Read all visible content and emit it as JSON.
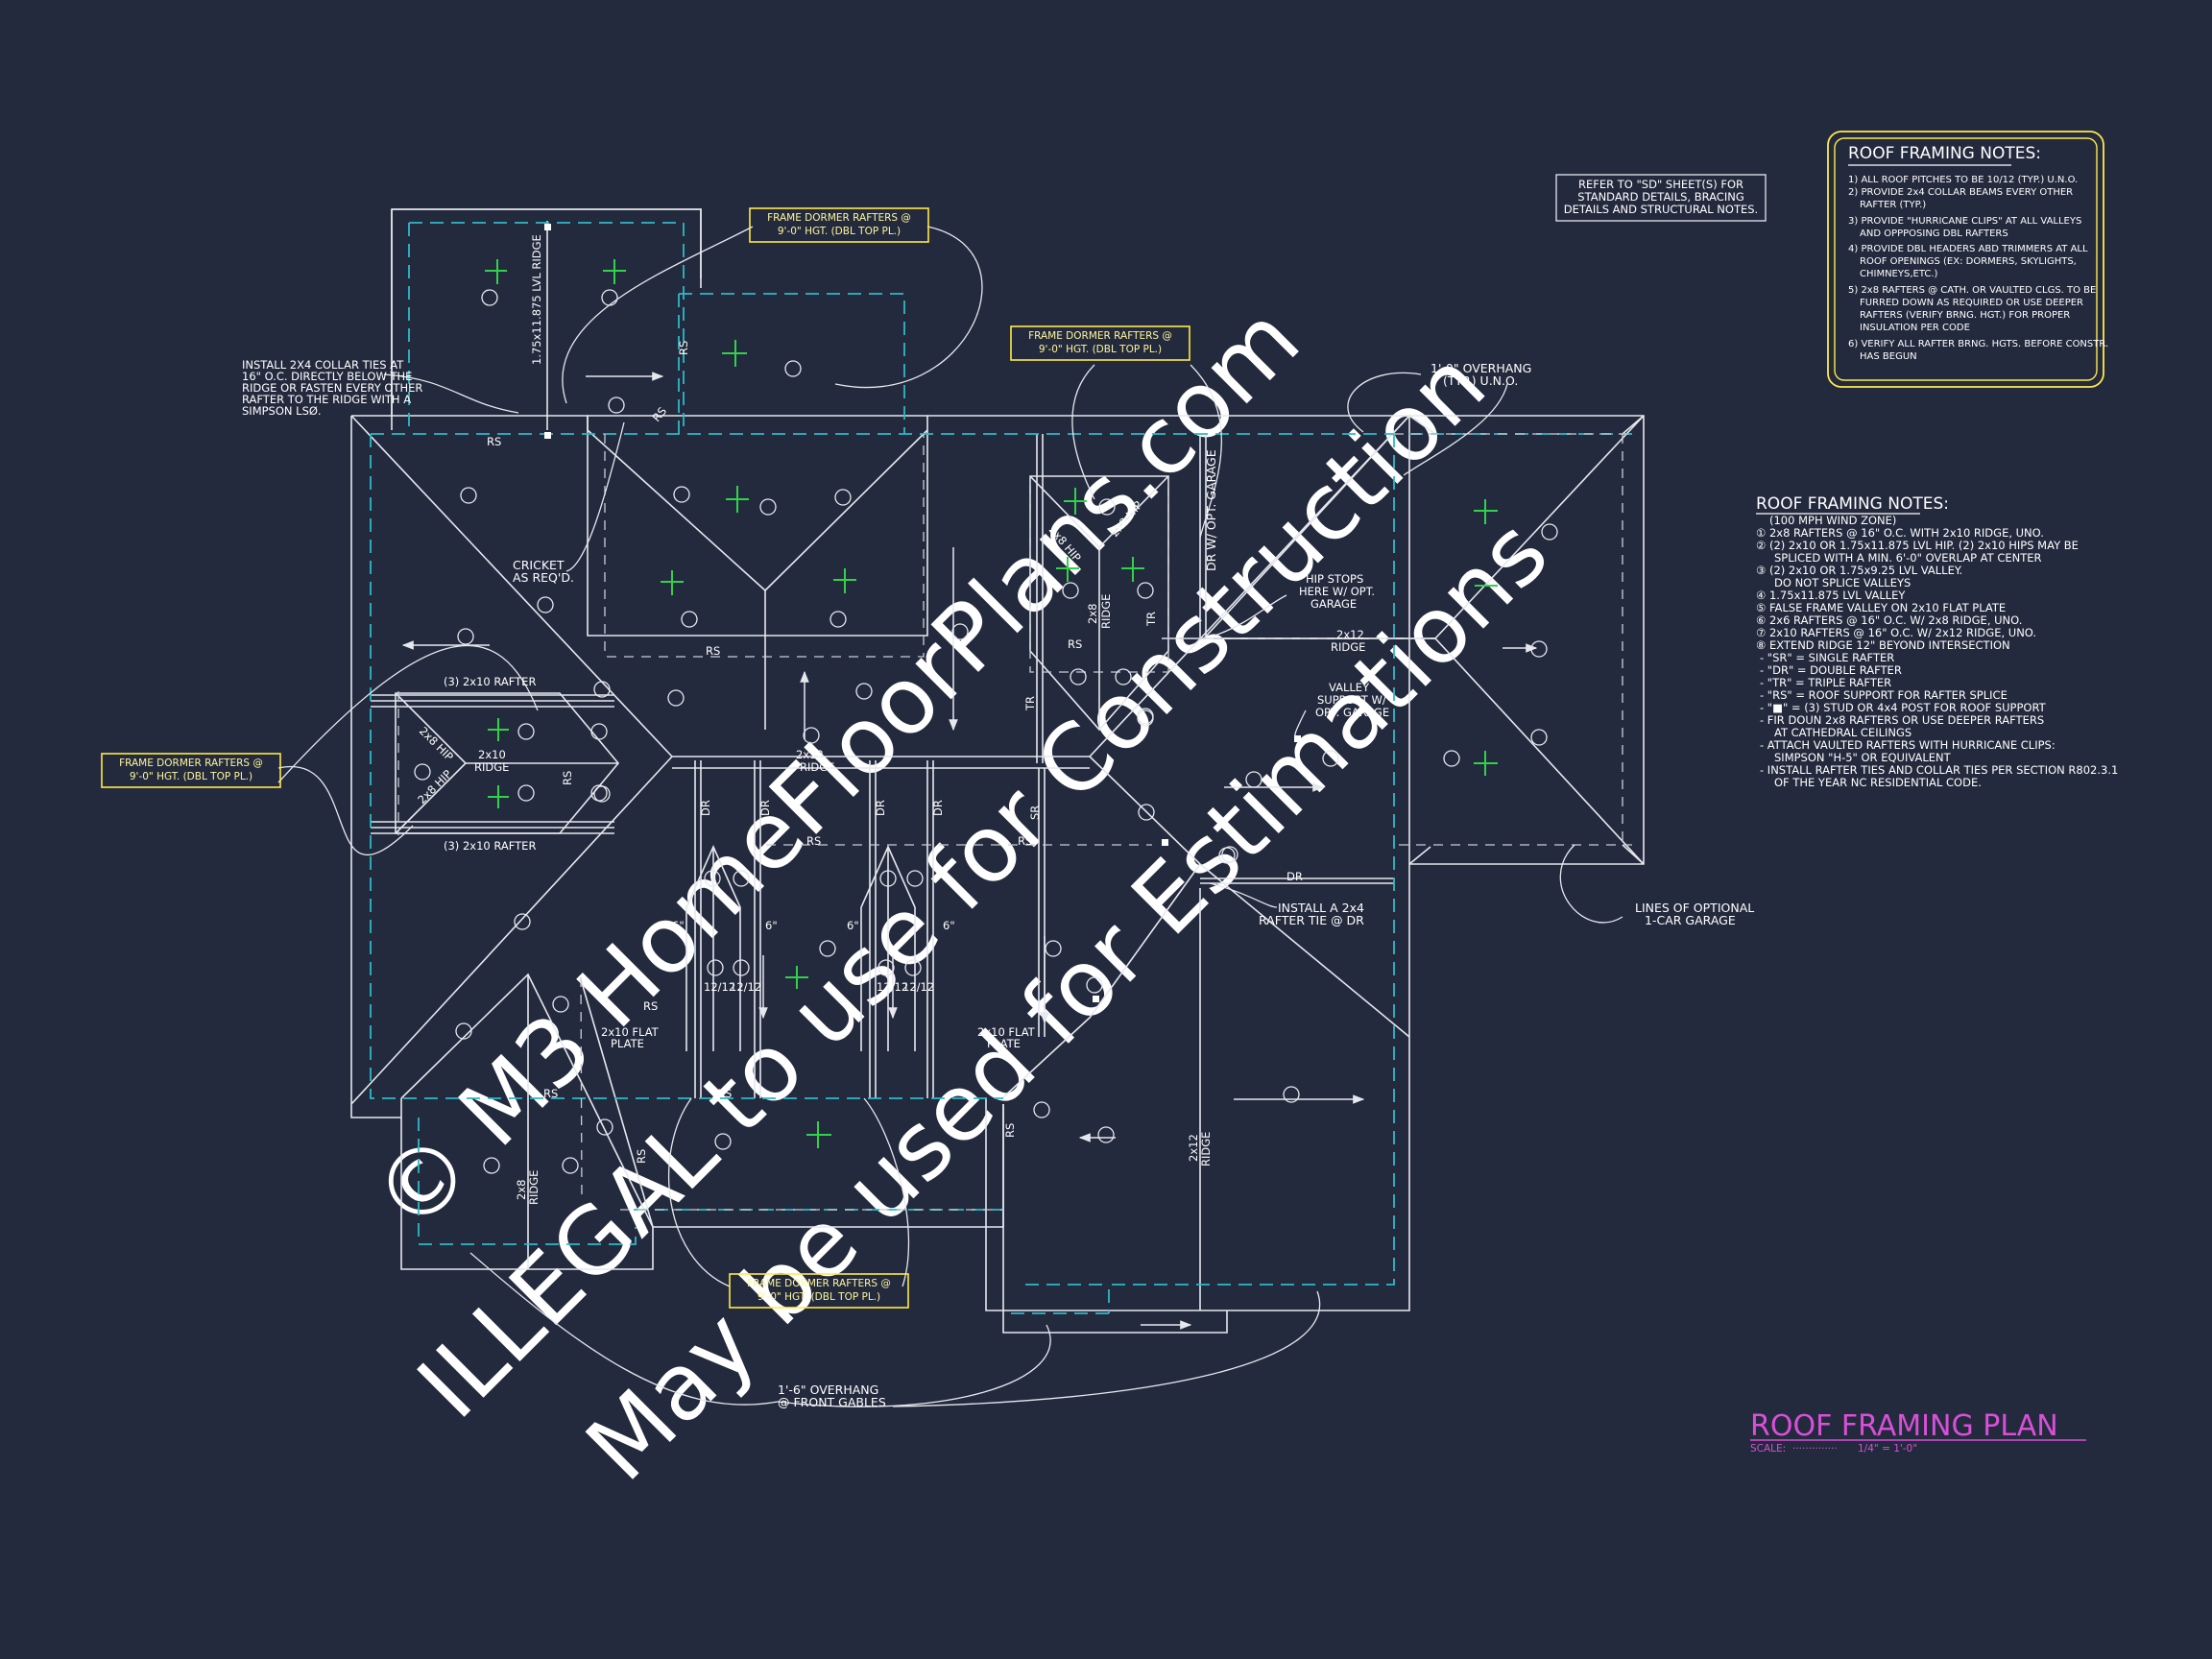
{
  "watermark": {
    "line1": "© M3 HomeFloorPlans.com",
    "line2": "ILLEGAL to use for Construction",
    "line3": "May be used for Estimations"
  },
  "title_block": {
    "title": "ROOF FRAMING PLAN",
    "scale_label": "SCALE:",
    "scale_dots": "··············",
    "scale_value": "1/4\" = 1'-0\""
  },
  "refer_note": [
    "REFER TO \"SD\" SHEET(S) FOR",
    "STANDARD DETAILS, BRACING",
    "DETAILS AND STRUCTURAL NOTES."
  ],
  "notes_box": {
    "title": "ROOF FRAMING NOTES:",
    "lines": [
      "1) ALL ROOF PITCHES TO BE 10/12 (TYP.) U.N.O.",
      "2) PROVIDE 2x4 COLLAR BEAMS EVERY OTHER",
      "RAFTER (TYP.)",
      "3) PROVIDE \"HURRICANE CLIPS\" AT ALL VALLEYS",
      "AND OPPPOSING DBL RAFTERS",
      "4) PROVIDE DBL HEADERS ABD TRIMMERS AT ALL",
      "ROOF OPENINGS (EX: DORMERS, SKYLIGHTS,",
      "CHIMNEYS,ETC.)",
      "5) 2x8 RAFTERS @ CATH. OR VAULTED CLGS. TO BE",
      "FURRED DOWN AS REQUIRED OR USE DEEPER",
      "RAFTERS (VERIFY BRNG. HGT.) FOR PROPER",
      "INSULATION PER CODE",
      "6) VERIFY ALL RAFTER BRNG. HGTS. BEFORE CONSTR.",
      "HAS BEGUN"
    ]
  },
  "notes_list": {
    "title": "ROOF FRAMING NOTES:",
    "lines": [
      "(100 MPH WIND ZONE)",
      "① 2x8 RAFTERS @ 16\" O.C. WITH 2x10 RIDGE, UNO.",
      "② (2) 2x10 OR 1.75x11.875 LVL HIP. (2) 2x10 HIPS MAY BE",
      "SPLICED WITH A MIN. 6'-0\" OVERLAP AT CENTER",
      "③ (2) 2x10 OR 1.75x9.25 LVL VALLEY.",
      "DO NOT SPLICE VALLEYS",
      "④ 1.75x11.875 LVL VALLEY",
      "⑤ FALSE FRAME VALLEY ON 2x10 FLAT PLATE",
      "⑥ 2x6 RAFTERS @ 16\" O.C. W/ 2x8 RIDGE, UNO.",
      "⑦ 2x10 RAFTERS @ 16\" O.C. W/ 2x12 RIDGE, UNO.",
      "⑧ EXTEND RIDGE 12\" BEYOND INTERSECTION",
      "- \"SR\" = SINGLE RAFTER",
      "- \"DR\" = DOUBLE RAFTER",
      "- \"TR\" = TRIPLE RAFTER",
      "- \"RS\" = ROOF SUPPORT FOR RAFTER SPLICE",
      "- \"■\" = (3) STUD OR 4x4 POST FOR ROOF SUPPORT",
      "- FIR DOUN 2x8 RAFTERS OR USE DEEPER RAFTERS",
      "AT CATHEDRAL CEILINGS",
      "- ATTACH VAULTED RAFTERS WITH HURRICANE CLIPS:",
      "SIMPSON \"H-5\" OR EQUIVALENT",
      "- INSTALL RAFTER TIES AND COLLAR TIES PER SECTION R802.3.1",
      "OF THE YEAR NC RESIDENTIAL CODE."
    ]
  },
  "dormer_tags": {
    "line1": "FRAME DORMER RAFTERS @",
    "line2": "9'-0\" HGT. (DBL TOP PL.)"
  },
  "annotations": {
    "collar": [
      "INSTALL 2X4 COLLAR TIES AT",
      "16\" O.C. DIRECTLY BELOW THE",
      "RIDGE OR FASTEN EVERY OTHER",
      "RAFTER TO THE RIDGE WITH A",
      "SIMPSON LSØ."
    ],
    "cricket": [
      "CRICKET",
      "AS REQ'D."
    ],
    "overhang_typ": [
      "1'-0\" OVERHANG",
      "(TYP.) U.N.O."
    ],
    "hip_stops": [
      "HIP STOPS",
      "HERE W/ OPT.",
      "GARAGE"
    ],
    "valley_support": [
      "VALLEY",
      "SUPPORT W/",
      "OPT. GARAGE"
    ],
    "rafter_tie": [
      "INSTALL A 2x4",
      "RAFTER TIE @ DR"
    ],
    "optional_garage": [
      "LINES OF OPTIONAL",
      "1-CAR GARAGE"
    ],
    "front_gables": [
      "1'-6\" OVERHANG",
      "@ FRONT GABLES"
    ],
    "flat_plate": [
      "2x10 FLAT",
      "PLATE"
    ],
    "rafter_3": "(3) 2x10 RAFTER",
    "lvl_ridge": "1.75x11.875 LVL RIDGE",
    "dr_opt_garage": "DR W/ OPT. GARAGE",
    "rs": "RS",
    "dr": "DR",
    "tr": "TR",
    "sr": "SR",
    "ridge_2x12": [
      "2x12",
      "RIDGE"
    ],
    "ridge_2x10": [
      "2x10",
      "RIDGE"
    ],
    "ridge_2x8": [
      "2x8",
      "RIDGE"
    ],
    "hip_2x8": "2x8 HIP",
    "pitch_12_12": "12/12",
    "dim_6in": "6\""
  },
  "colors": {
    "background": "#232a3d",
    "lines": "#e6e8ee",
    "dashed_walls": "#2fb8c6",
    "tag_fill": "#fff59a",
    "tag_border": "#ffe94a",
    "pitch_green": "#31d24a",
    "title_magenta": "#d94fd8",
    "watermark": "#3a4256"
  }
}
